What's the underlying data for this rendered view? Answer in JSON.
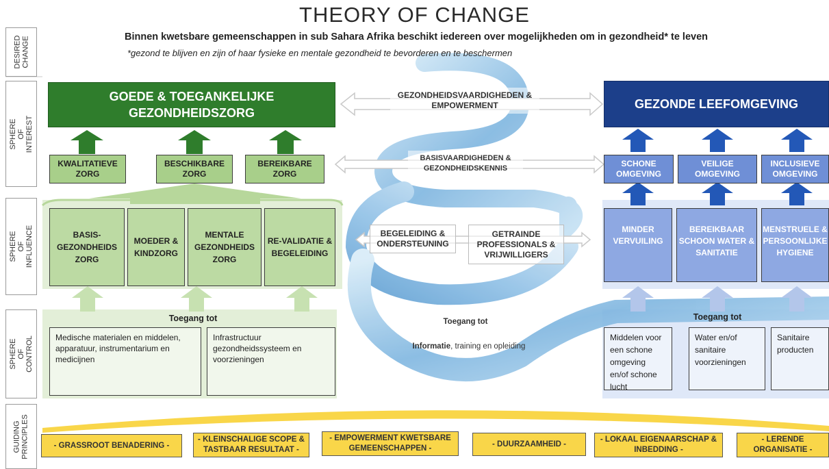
{
  "title": "THEORY OF CHANGE",
  "desired_change": {
    "statement": "Binnen kwetsbare gemeenschappen in sub Sahara Afrika beschikt iedereen over mogelijkheden om in gezondheid* te leven",
    "footnote": "*gezond te blijven en zijn of haar fysieke en mentale gezondheid te bevorderen en te beschermen"
  },
  "row_labels": {
    "desired": "DESIRED CHANGE",
    "interest": "SPHERE OF INTEREST",
    "influence": "SPHERE OF INFLUENCE",
    "control": "SPHERE OF CONTROL",
    "guiding": "GUIDING PRINCIPLES"
  },
  "left": {
    "header": "GOEDE & TOEGANKELIJKE GEZONDHEIDSZORG",
    "interest_boxes": [
      "KWALITATIEVE ZORG",
      "BESCHIKBARE ZORG",
      "BEREIKBARE ZORG"
    ],
    "influence_boxes": [
      "BASIS-GEZONDHEIDS ZORG",
      "MOEDER & KINDZORG",
      "MENTALE GEZONDHEIDS ZORG",
      "RE-VALIDATIE & BEGELEIDING"
    ],
    "access_label": "Toegang tot",
    "control_boxes": [
      "Medische materialen en middelen, apparatuur, instrumentarium en medicijnen",
      "Infrastructuur gezondheidssysteem en voorzieningen"
    ]
  },
  "middle": {
    "interest_top": "GEZONDHEIDSVAARDIGHEDEN & EMPOWERMENT",
    "interest_bottom": "BASISVAARDIGHEDEN & GEZONDHEIDSKENNIS",
    "influence_boxes": [
      "BEGELEIDING & ONDERSTEUNING",
      "GETRAINDE PROFESSIONALS & VRIJWILLIGERS"
    ],
    "access_label": "Toegang tot",
    "control_text_bold": "Informatie",
    "control_text_rest": ", training en opleiding"
  },
  "right": {
    "header": "GEZONDE LEEFOMGEVING",
    "interest_boxes": [
      "SCHONE OMGEVING",
      "VEILIGE OMGEVING",
      "INCLUSIEVE OMGEVING"
    ],
    "influence_boxes": [
      "MINDER VERVUILING",
      "BEREIKBAAR SCHOON WATER & SANITATIE",
      "MENSTRUELE & PERSOONLIJKE HYGIENE"
    ],
    "access_label": "Toegang tot",
    "control_boxes": [
      "Middelen voor een schone omgeving en/of schone lucht",
      "Water en/of sanitaire voorzieningen",
      "Sanitaire producten"
    ]
  },
  "guiding_principles": [
    "- GRASSROOT BENADERING -",
    "- KLEINSCHALIGE SCOPE & TASTBAAR RESULTAAT -",
    "- EMPOWERMENT KWETSBARE GEMEENSCHAPPEN -",
    "- DUURZAAMHEID -",
    "- LOKAAL EIGENAARSCHAP & INBEDDING -",
    "- LERENDE ORGANISATIE -"
  ],
  "colors": {
    "green_dark": "#2f7d2c",
    "green_light": "#a8cf8a",
    "blue_dark": "#1c3f8a",
    "blue_light": "#6f8fd6",
    "yellow": "#f9d649",
    "spiral": "#7fb6e0"
  }
}
